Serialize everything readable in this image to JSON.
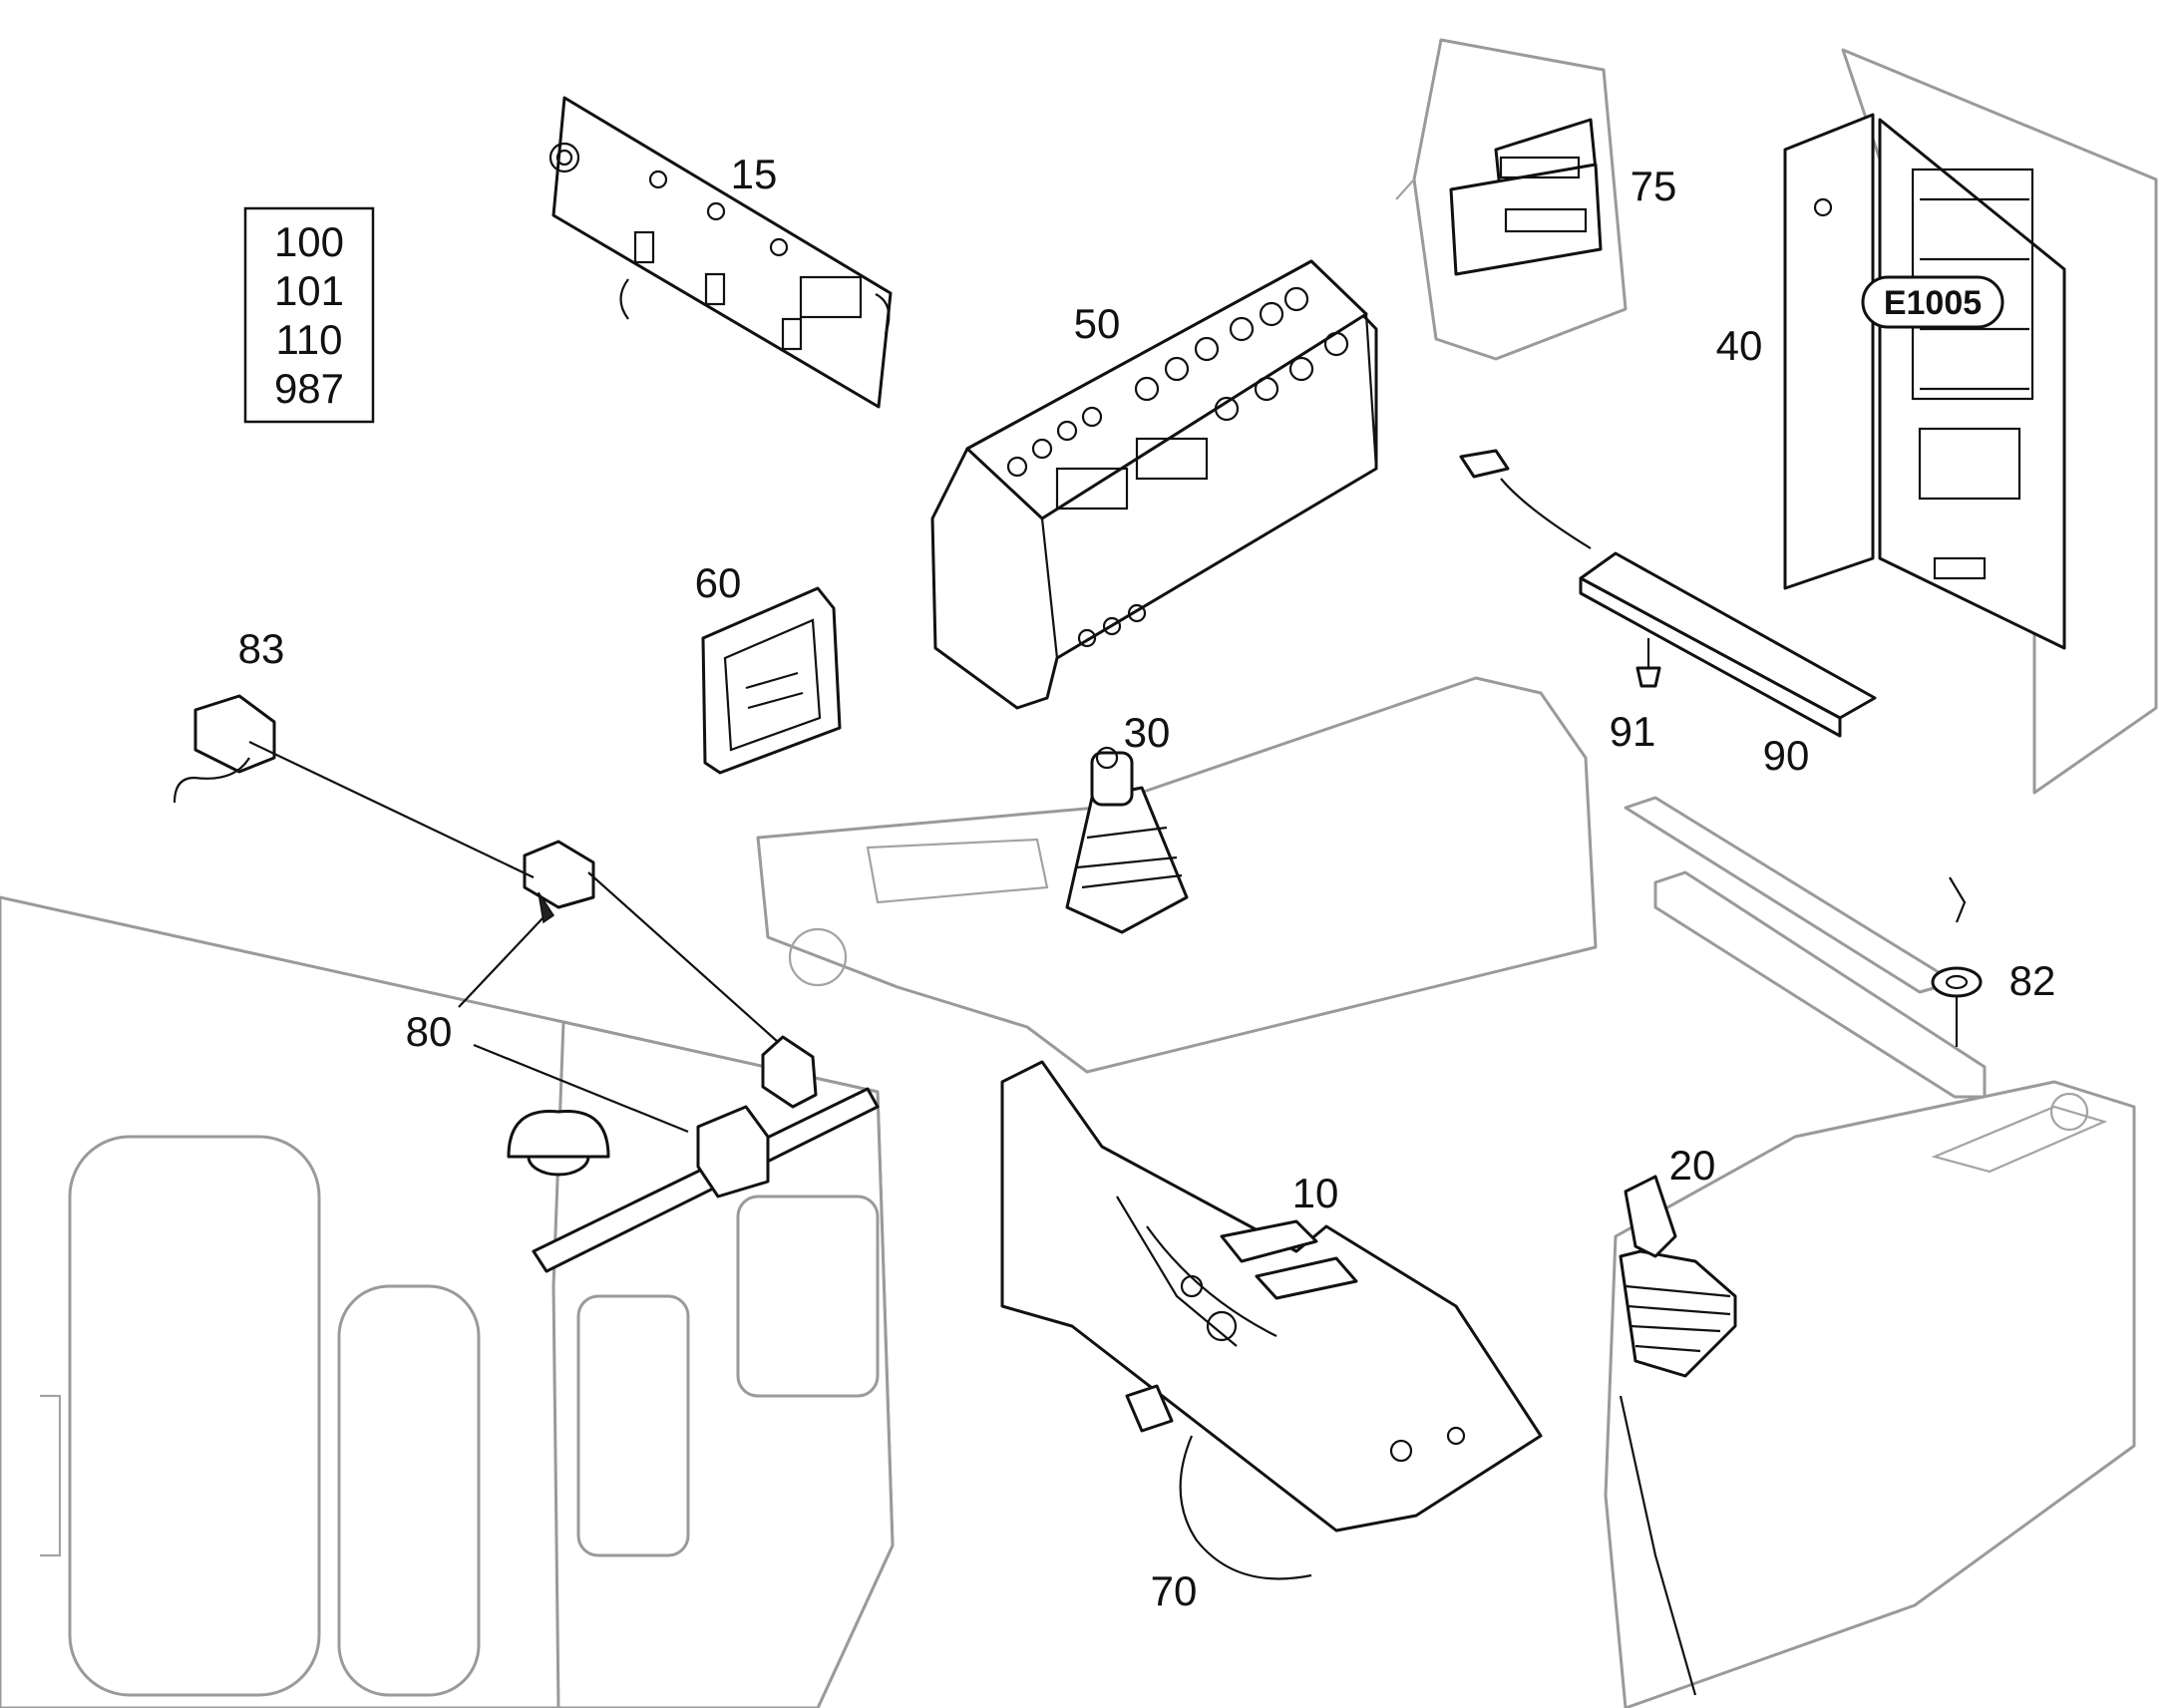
{
  "ref_box": {
    "lines": [
      "100",
      "101",
      "110",
      "987"
    ]
  },
  "badge": {
    "label": "E1005"
  },
  "callouts": {
    "c15": "15",
    "c75": "75",
    "c50": "50",
    "c40": "40",
    "c60": "60",
    "c83": "83",
    "c30": "30",
    "c91": "91",
    "c90": "90",
    "c82": "82",
    "c80": "80",
    "c10": "10",
    "c20": "20",
    "c70": "70"
  }
}
